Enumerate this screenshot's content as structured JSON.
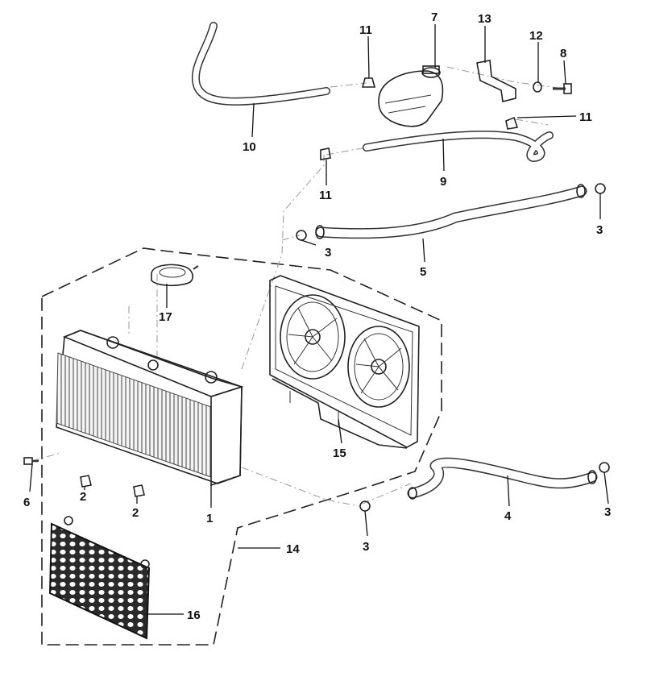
{
  "callouts": {
    "c1": "1",
    "c2a": "2",
    "c2b": "2",
    "c3a": "3",
    "c3b": "3",
    "c3c": "3",
    "c3d": "3",
    "c4": "4",
    "c5": "5",
    "c6": "6",
    "c7": "7",
    "c8": "8",
    "c9": "9",
    "c10": "10",
    "c11a": "11",
    "c11b": "11",
    "c11c": "11",
    "c12": "12",
    "c13": "13",
    "c14": "14",
    "c15": "15",
    "c16": "16",
    "c17": "17"
  }
}
